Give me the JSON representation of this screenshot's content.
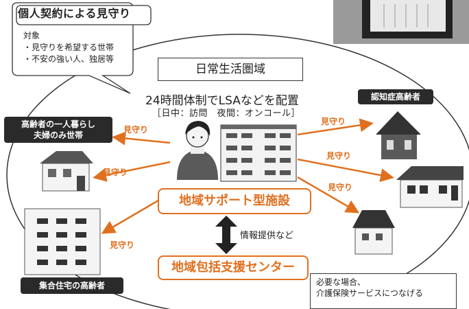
{
  "bubble": {
    "title": "個人契約による見守り",
    "target_label": "対象",
    "items": [
      "・見守りを希望する世帯",
      "・不安の強い人、独居等"
    ]
  },
  "area_label": "日常生活圏域",
  "system": {
    "title": "24時間体制でLSAなどを配置",
    "shift": "［日中：訪問　夜間：オンコール］"
  },
  "groups": {
    "elderly_alone": [
      "高齢者の一人暮らし",
      "夫婦のみ世帯"
    ],
    "dementia": "認知症高齢者",
    "housing": "集合住宅の高齢者"
  },
  "watch_label": "見守り",
  "facility": "地域サポート型施設",
  "info_label": "情報提供など",
  "center": "地域包括支援センター",
  "note": [
    "必要な場合、",
    "介護保険サービスにつなげる"
  ]
}
